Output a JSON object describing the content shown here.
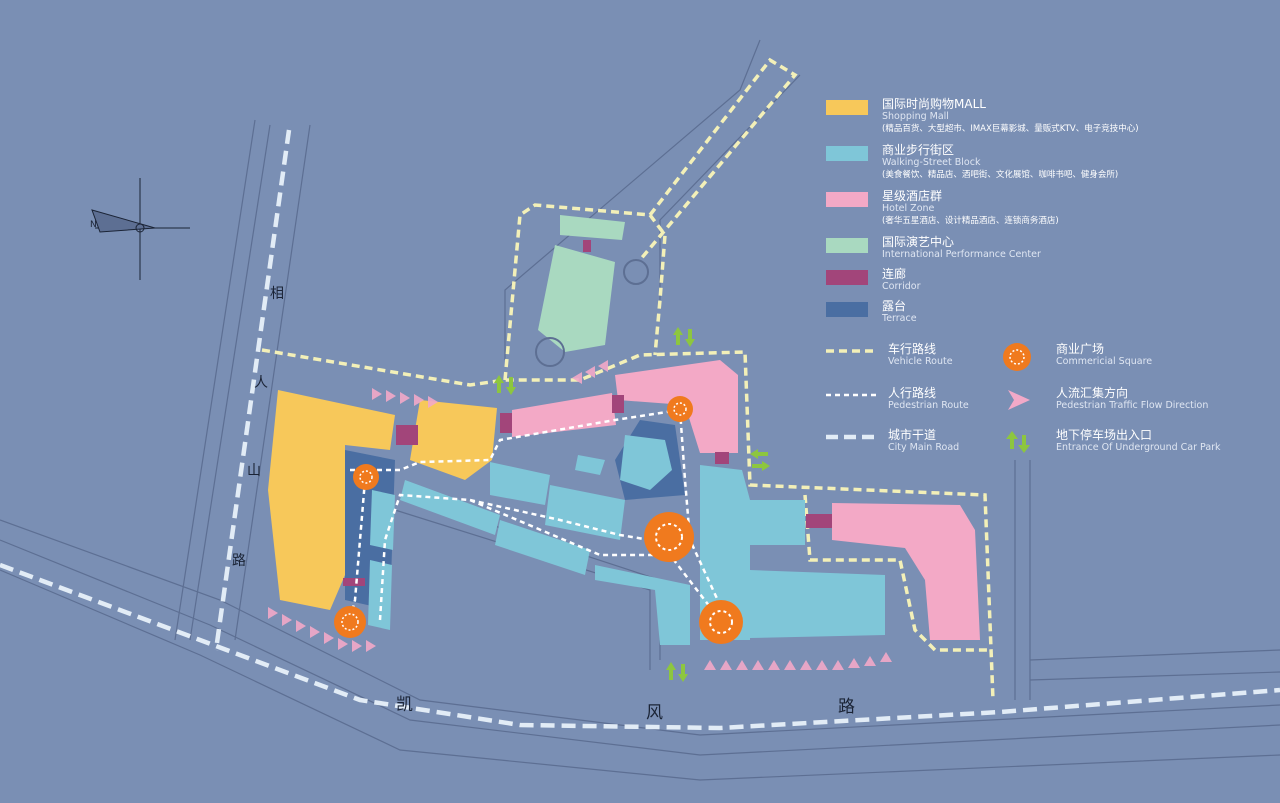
{
  "legend": {
    "zones": [
      {
        "zh": "国际时尚购物MALL",
        "en": "Shopping Mall",
        "sub": "(精品百货、大型超市、IMAX巨幕影城、量贩式KTV、电子竞技中心)",
        "color": "#f7c85a"
      },
      {
        "zh": "商业步行街区",
        "en": "Walking-Street Block",
        "sub": "(美食餐饮、精品店、酒吧街、文化展馆、咖啡书吧、健身会所)",
        "color": "#7fc6d8"
      },
      {
        "zh": "星级酒店群",
        "en": "Hotel Zone",
        "sub": "(奢华五星酒店、设计精品酒店、连锁商务酒店)",
        "color": "#f3a9c6"
      },
      {
        "zh": "国际演艺中心",
        "en": "International Performance Center",
        "color": "#a9d9c0"
      },
      {
        "zh": "连廊",
        "en": "Corridor",
        "color": "#a2457a"
      },
      {
        "zh": "露台",
        "en": "Terrace",
        "color": "#4a6ea2"
      }
    ],
    "routes": [
      {
        "zh": "车行路线",
        "en": "Vehicle Route",
        "icon": "vehicle-route-line"
      },
      {
        "zh": "人行路线",
        "en": "Pedestrian Route",
        "icon": "pedestrian-route-line"
      },
      {
        "zh": "城市干道",
        "en": "City Main Road",
        "icon": "city-main-road-line"
      },
      {
        "zh": "商业广场",
        "en": "Commericial Square",
        "icon": "commercial-square-icon"
      },
      {
        "zh": "人流汇集方向",
        "en": "Pedestrian Traffic Flow Direction",
        "icon": "flow-arrow-icon"
      },
      {
        "zh": "地下停车场出入口",
        "en": "Entrance Of Underground Car Park",
        "icon": "car-park-entrance-icon"
      }
    ]
  },
  "map_labels": {
    "road_xiang": "相",
    "road_ren": "人",
    "road_shan": "山",
    "road_lu_left": "路",
    "road_kai": "凯",
    "road_feng": "风",
    "road_lu_bottom": "路",
    "compass_letter": "N"
  },
  "colors": {
    "background": "#7a8fb4",
    "mall": "#f7c85a",
    "street": "#7fc6d8",
    "hotel": "#f3a9c6",
    "performance": "#a9d9c0",
    "corridor": "#a2457a",
    "terrace": "#4a6ea2",
    "vehicle_route": "#f3f0b8",
    "square": "#f07a1e",
    "flow_arrow": "#f2a9c8",
    "parking": "#8dc63f"
  }
}
